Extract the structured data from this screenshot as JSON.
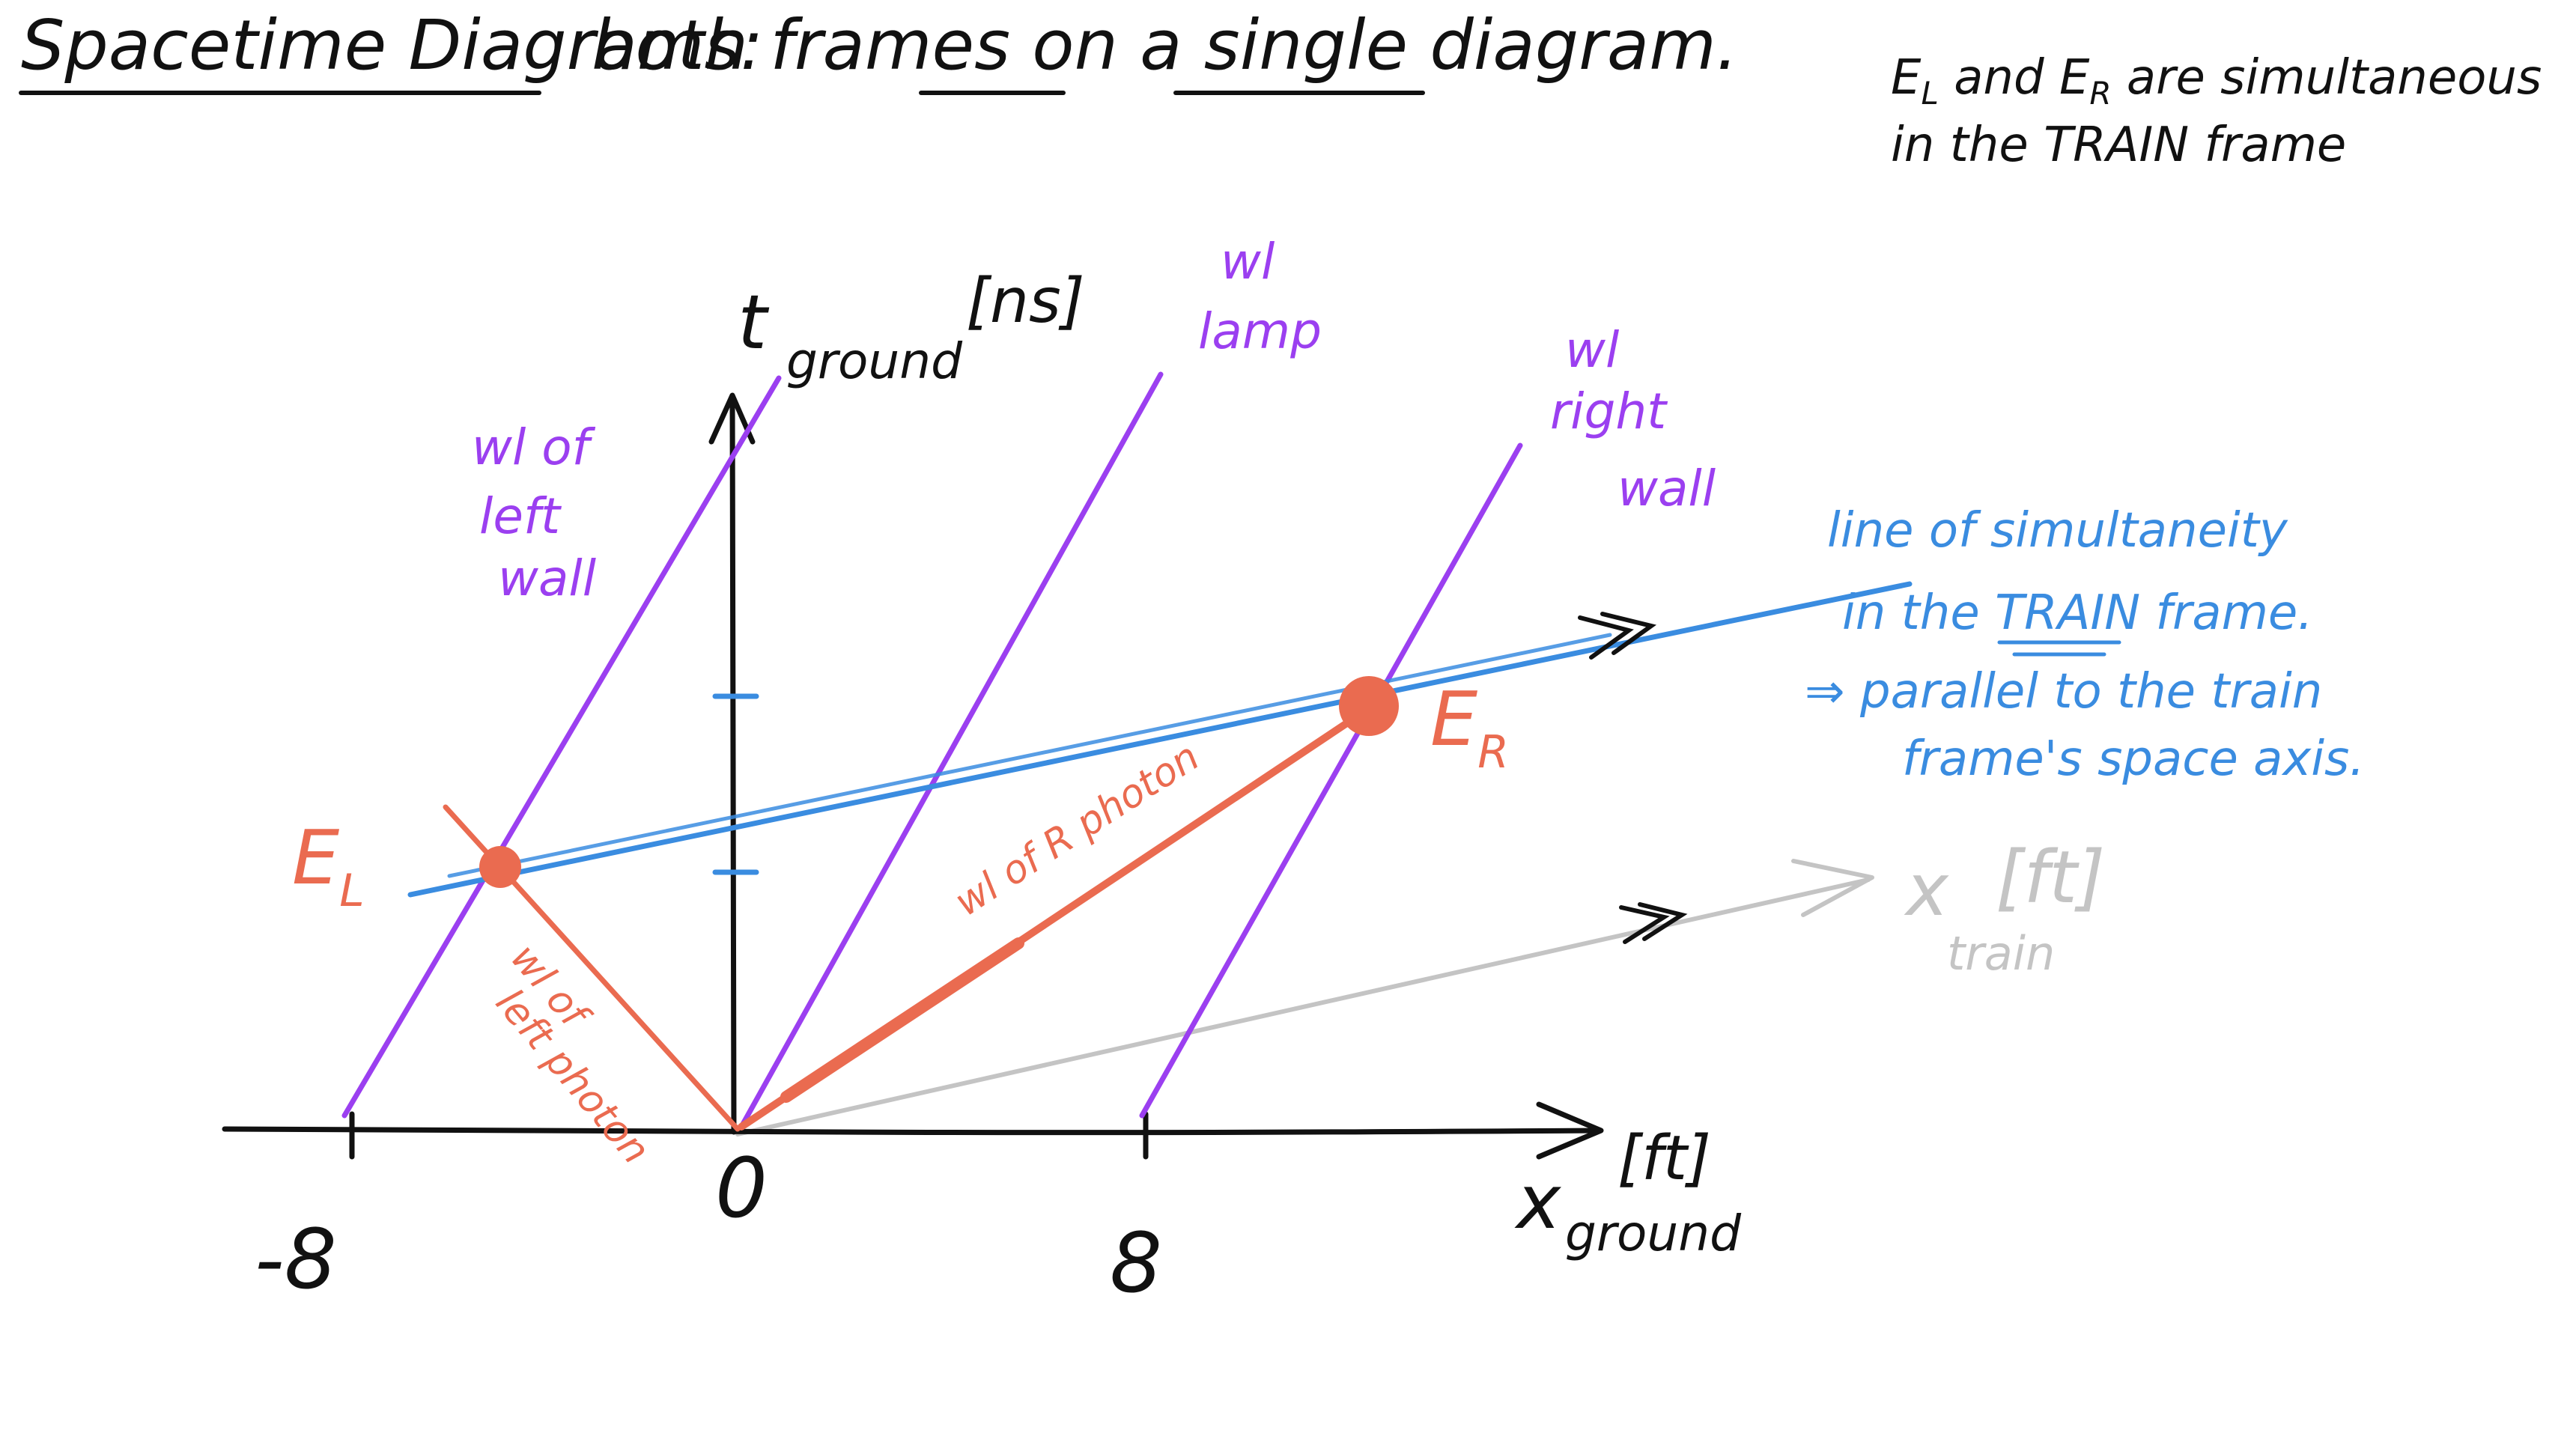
{
  "title": {
    "part1": "Spacetime Diagrams:",
    "part2": "both frames on a single diagram."
  },
  "note": {
    "line1_a": "E",
    "line1_sub1": "L",
    "line1_b": " and E",
    "line1_sub2": "R",
    "line1_c": " are simultaneous",
    "line2": "in the TRAIN frame"
  },
  "axes": {
    "t_label": "t",
    "t_sub": "ground",
    "t_unit": "[ns]",
    "x_label": "x",
    "x_sub": "ground",
    "x_unit": "[ft]",
    "ticks_x": [
      "-8",
      "0",
      "8"
    ]
  },
  "worldlines": {
    "left_wall": [
      "wl of",
      "left",
      "wall"
    ],
    "lamp": [
      "wl",
      "lamp"
    ],
    "right_wall": [
      "wl",
      "right",
      "wall"
    ]
  },
  "photons": {
    "left": [
      "wl of",
      "left photon"
    ],
    "right": "wl of R photon"
  },
  "events": {
    "left_main": "E",
    "left_sub": "L",
    "right_main": "E",
    "right_sub": "R"
  },
  "simultaneity": {
    "line1": "line of simultaneity",
    "line2": "in the TRAIN frame.",
    "line3": "⇒ parallel to the train",
    "line4": "frame's space axis."
  },
  "train_axis": {
    "label": "x",
    "sub": "train",
    "unit": "[ft]"
  },
  "colors": {
    "ink": "#111111",
    "worldline": "#9b3ff0",
    "photon": "#ea6b50",
    "simultaneity": "#3a8ce0",
    "train_axis": "#c4c4c4"
  }
}
